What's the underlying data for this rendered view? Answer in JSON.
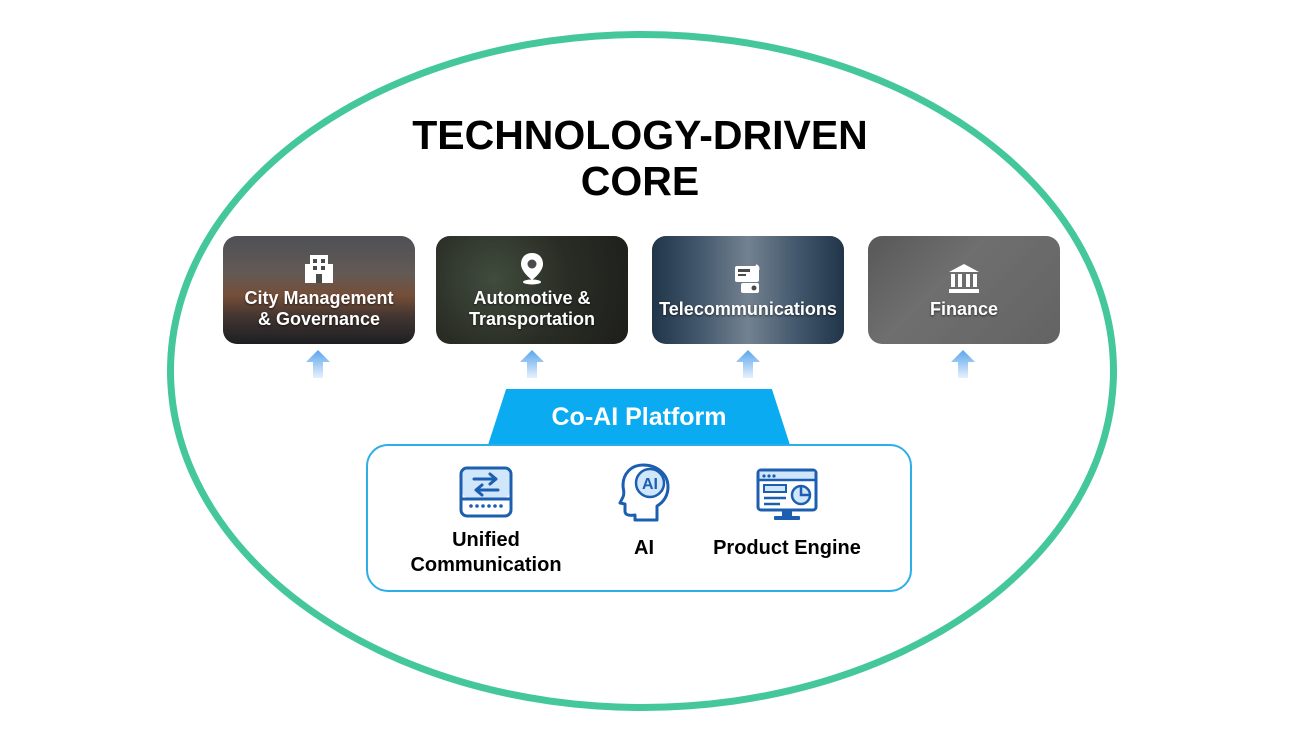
{
  "title": "TECHNOLOGY-DRIVEN\nCORE",
  "sectors": [
    {
      "label": "City Management\n& Governance",
      "icon": "building-icon"
    },
    {
      "label": "Automotive &\nTransportation",
      "icon": "location-pin-icon"
    },
    {
      "label": "Telecommunications",
      "icon": "telecom-device-icon"
    },
    {
      "label": "Finance",
      "icon": "bank-icon"
    }
  ],
  "platform": {
    "title": "Co-AI Platform",
    "features": [
      {
        "label": "Unified\nCommunication",
        "icon": "exchange-server-icon"
      },
      {
        "label": "AI",
        "icon": "ai-head-icon"
      },
      {
        "label": "Product Engine",
        "icon": "dashboard-monitor-icon"
      }
    ]
  },
  "colors": {
    "ellipse": "#45c79c",
    "platform_tab": "#0aabf0",
    "platform_border": "#2eaee8",
    "icon_blue": "#1c5fb0",
    "arrow": "#7fb8ee"
  }
}
